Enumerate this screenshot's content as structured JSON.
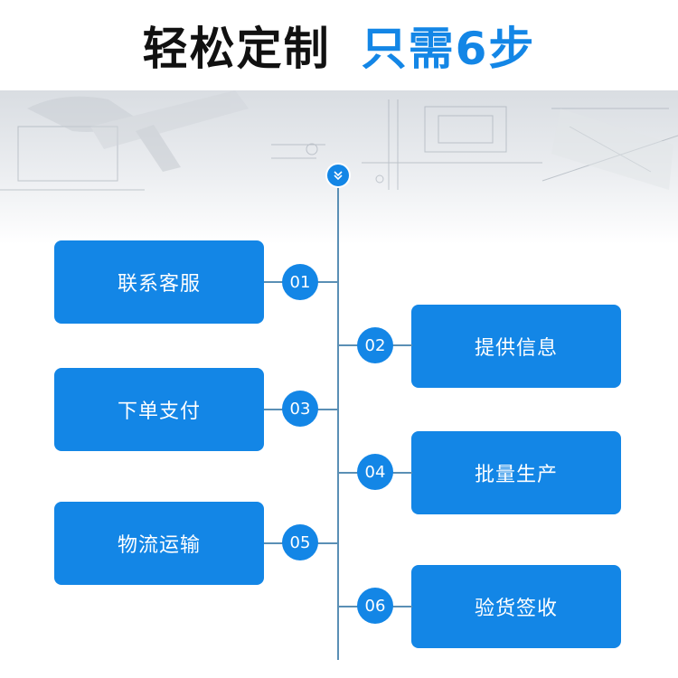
{
  "title": {
    "main": "轻松定制",
    "highlight": "只需6步"
  },
  "steps": [
    {
      "num": "01",
      "label": "联系客服",
      "side": "left"
    },
    {
      "num": "02",
      "label": "提供信息",
      "side": "right"
    },
    {
      "num": "03",
      "label": "下单支付",
      "side": "left"
    },
    {
      "num": "04",
      "label": "批量生产",
      "side": "right"
    },
    {
      "num": "05",
      "label": "物流运输",
      "side": "left"
    },
    {
      "num": "06",
      "label": "验货签收",
      "side": "right"
    }
  ],
  "colors": {
    "accent": "#1386e6",
    "line": "#5a8fb5",
    "title_dark": "#111111"
  },
  "icons": {
    "top_badge": "chevron-double-down-icon"
  }
}
